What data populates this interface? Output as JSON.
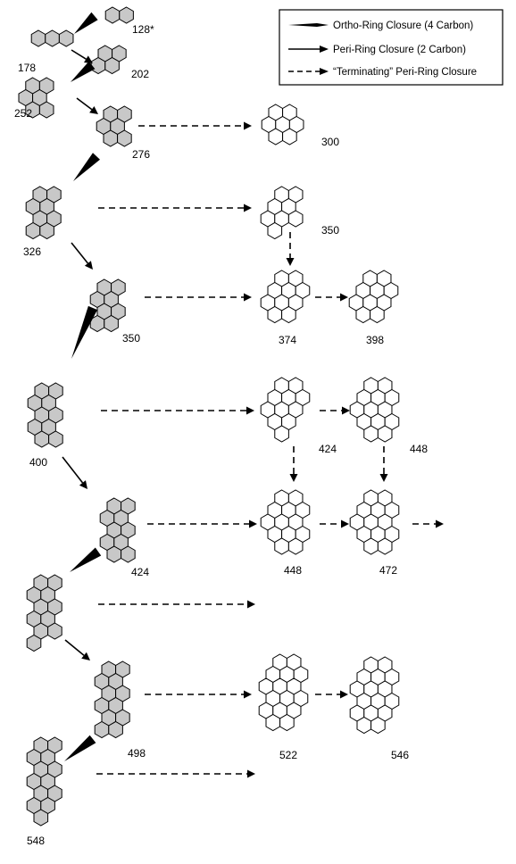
{
  "legend": {
    "ortho": "Ortho-Ring Closure (4 Carbon)",
    "peri": "Peri-Ring Closure (2 Carbon)",
    "terminating": "“Terminating” Peri-Ring Closure"
  },
  "labels": {
    "m128": "128*",
    "m178": "178",
    "m202": "202",
    "m252": "252",
    "m276": "276",
    "m300": "300",
    "m326": "326",
    "m350a": "350",
    "m350b": "350",
    "m374": "374",
    "m398": "398",
    "m400": "400",
    "m424a": "424",
    "m448a": "448",
    "m424b": "424",
    "m448b": "448",
    "m472": "472",
    "m498": "498",
    "m522": "522",
    "m546": "546",
    "m548": "548"
  },
  "colors": {
    "filled": "#c8c8c8",
    "open": "#ffffff",
    "stroke": "#000000"
  }
}
